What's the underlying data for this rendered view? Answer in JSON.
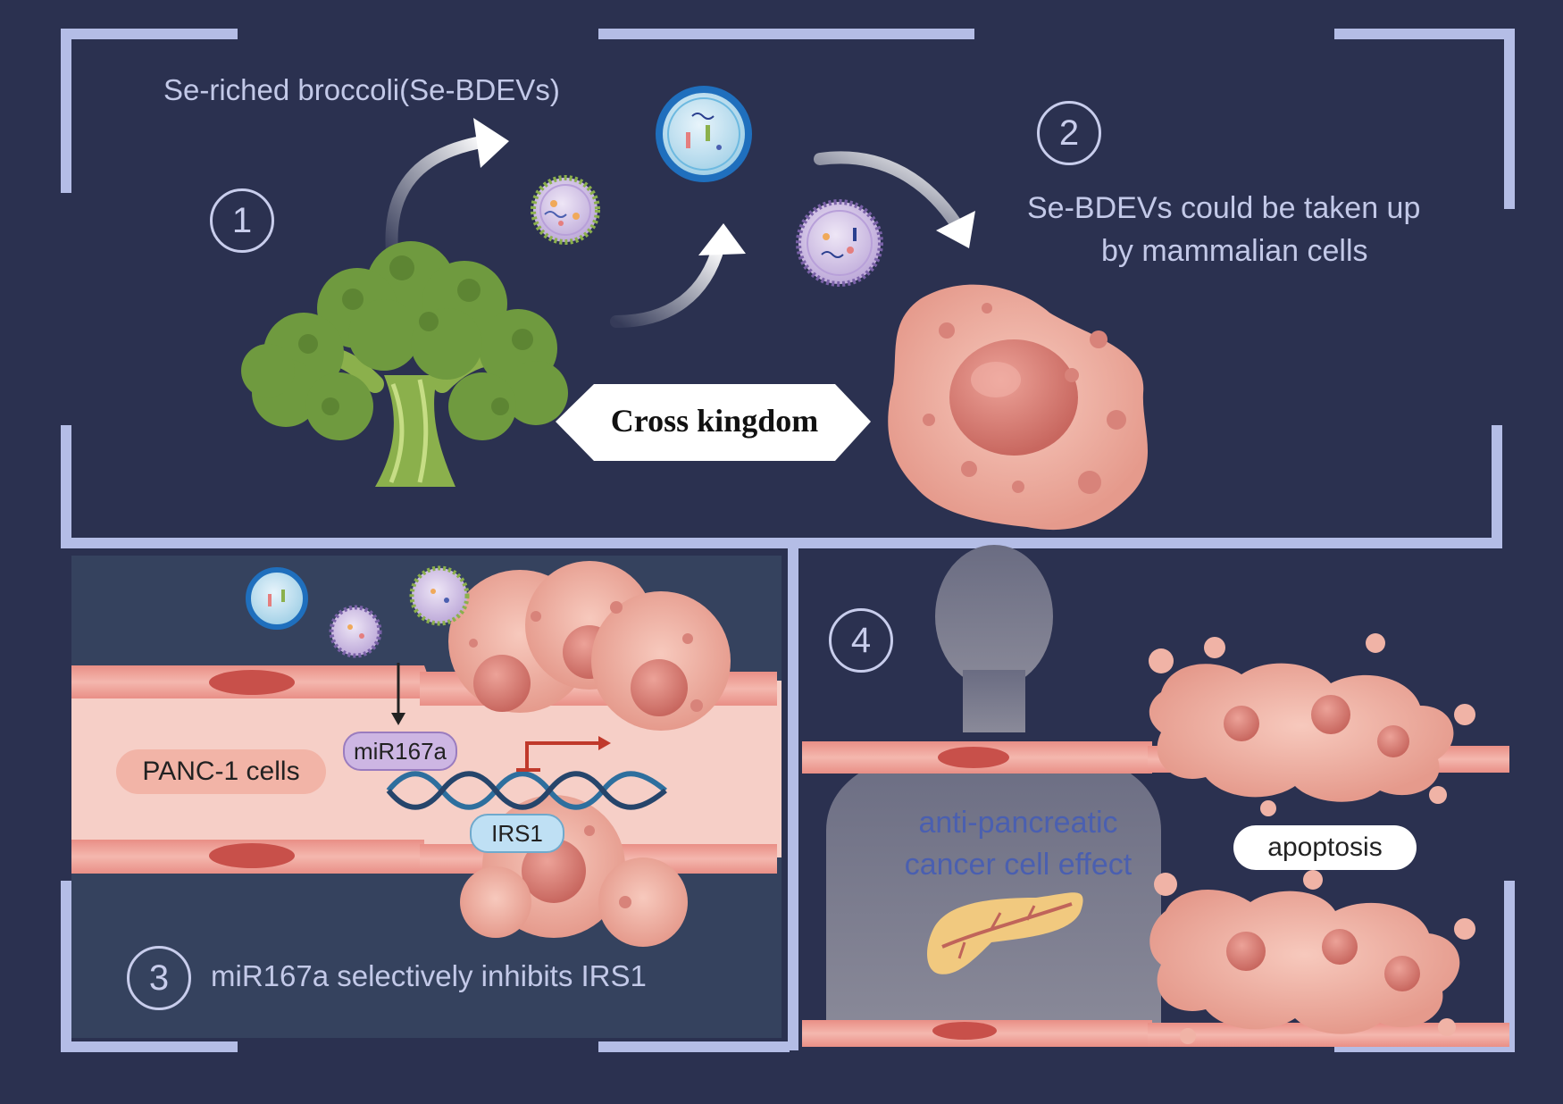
{
  "steps": [
    "1",
    "2",
    "3",
    "4"
  ],
  "labels": {
    "broccoli": "Se-riched broccoli(Se-BDEVs)",
    "uptake_line1": "Se-BDEVs could be taken up",
    "uptake_line2": "by mammalian cells",
    "cross_kingdom": "Cross kingdom",
    "panc1": "PANC-1 cells",
    "mirna": "miR167a",
    "gene": "IRS1",
    "inhibits": "miR167a selectively inhibits IRS1",
    "effect_line1": "anti-pancreatic",
    "effect_line2": "cancer cell effect",
    "apoptosis": "apoptosis"
  },
  "colors": {
    "background": "#2b3150",
    "frame": "#b4bde6",
    "label_text": "#c3c9e8",
    "effect_text": "#4a5fb0",
    "broccoli": "#6f9a3f",
    "cell": "#f2b5a6",
    "nucleus": "#d9776d",
    "vessel": "#f6c9c2",
    "inhibition_mark": "#c0392b"
  },
  "icons": [
    "broccoli-icon",
    "vesicle-icon",
    "cancer-cell-icon",
    "blood-vessel-icon",
    "dna-icon",
    "human-silhouette-icon",
    "pancreas-icon",
    "apoptotic-cell-icon"
  ]
}
